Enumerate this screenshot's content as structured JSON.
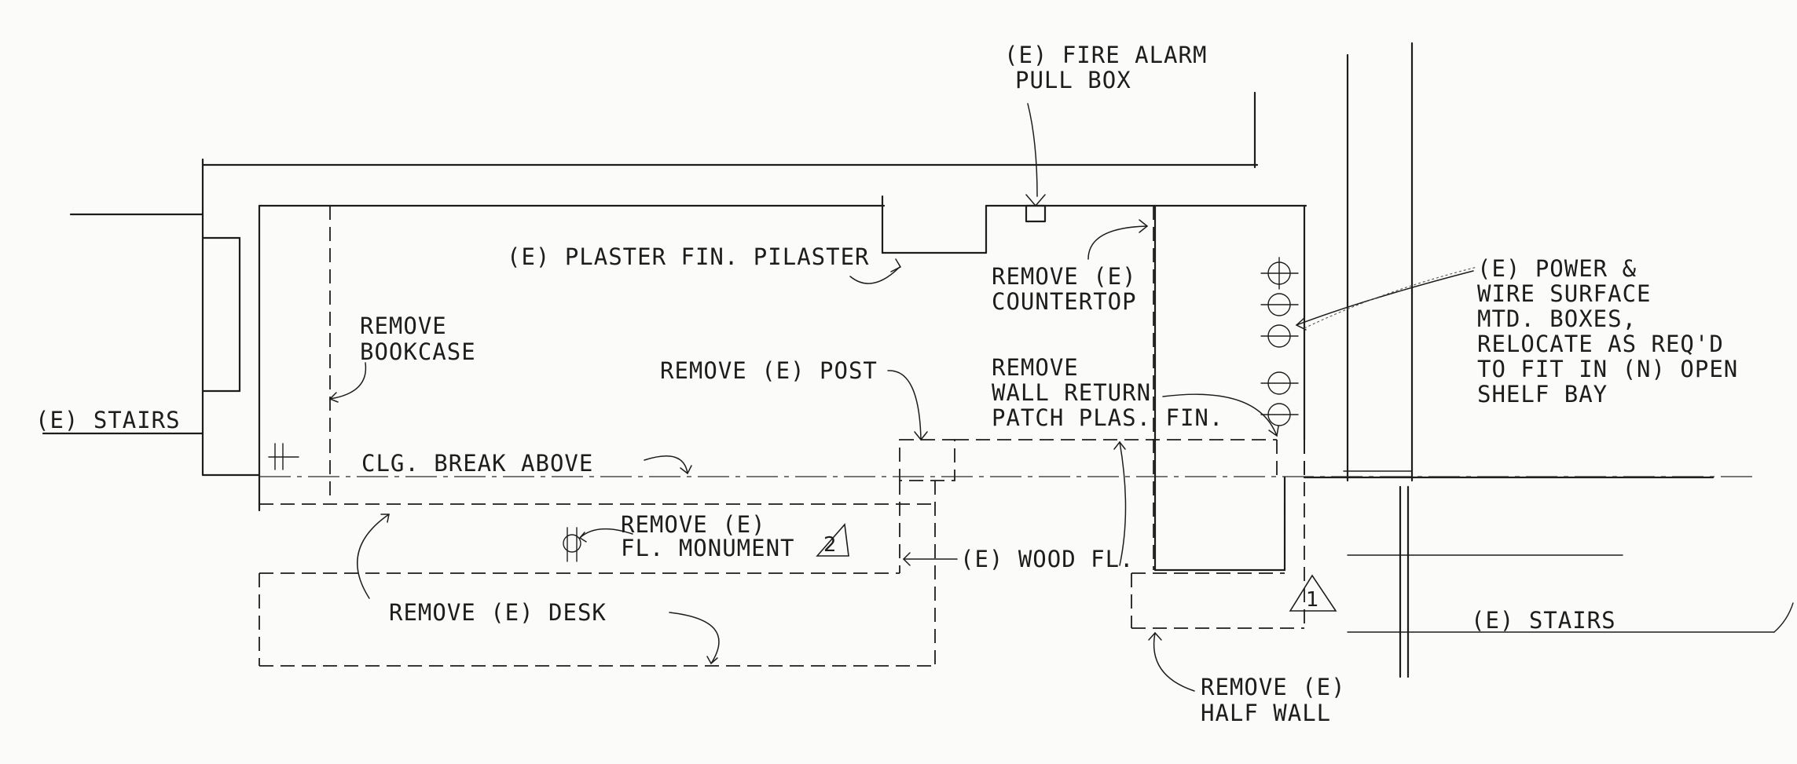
{
  "notes": {
    "fire_alarm_1": "(E) FIRE ALARM",
    "fire_alarm_2": "PULL BOX",
    "plaster_pilaster": "(E) PLASTER FIN. PILASTER",
    "remove_countertop_1": "REMOVE (E)",
    "remove_countertop_2": "COUNTERTOP",
    "remove_bookcase_1": "REMOVE",
    "remove_bookcase_2": "BOOKCASE",
    "remove_post": "REMOVE (E) POST",
    "remove_wall_return_1": "REMOVE",
    "remove_wall_return_2": "WALL RETURN",
    "remove_wall_return_3": "PATCH PLAS. FIN.",
    "power_wire_1": "(E) POWER &",
    "power_wire_2": "WIRE SURFACE",
    "power_wire_3": "MTD. BOXES,",
    "power_wire_4": "RELOCATE AS REQ'D",
    "power_wire_5": "TO FIT IN (N) OPEN",
    "power_wire_6": "SHELF BAY",
    "stairs_left": "(E) STAIRS",
    "clg_break": "CLG. BREAK ABOVE",
    "remove_monument_1": "REMOVE (E)",
    "remove_monument_2": "FL. MONUMENT",
    "wood_fl": "(E) WOOD FL.",
    "remove_desk": "REMOVE (E) DESK",
    "stairs_right": "(E) STAIRS",
    "remove_half_wall_1": "REMOVE (E)",
    "remove_half_wall_2": "HALF WALL"
  },
  "keynotes": {
    "one": "1",
    "two": "2"
  }
}
